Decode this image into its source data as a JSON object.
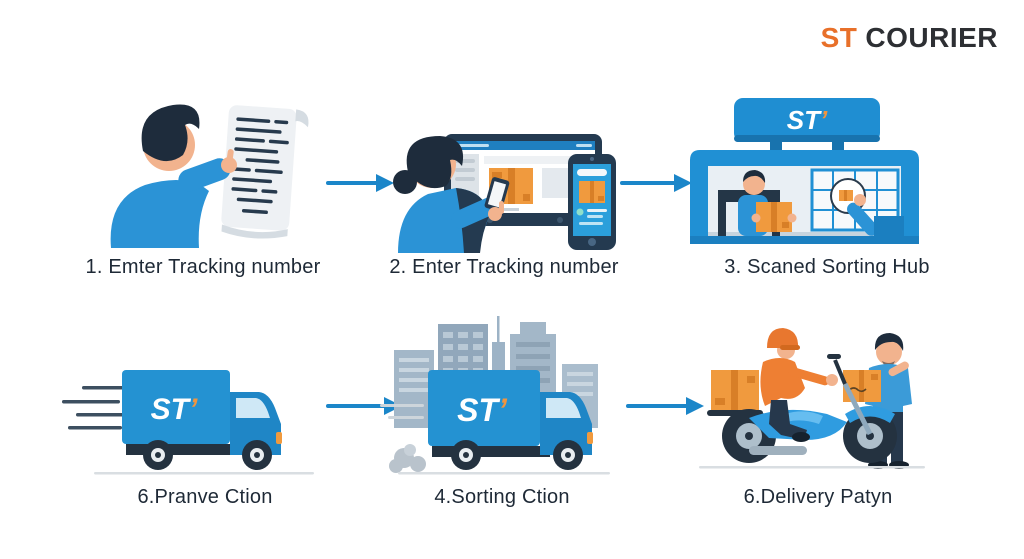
{
  "header": {
    "logo": {
      "st": "ST",
      "courier": "COURIER"
    }
  },
  "brand": {
    "st_mark": {
      "letters": "ST",
      "tick": "’"
    }
  },
  "colors": {
    "brand_orange": "#e8702a",
    "brand_dark": "#2d2f33",
    "arrow_blue": "#1b86c9",
    "illustration_blue": "#2492d2",
    "package_orange": "#f09a3e",
    "caption_text": "#1e2936"
  },
  "steps": [
    {
      "label": "1. Emter Tracking number",
      "illustration": "person-reading-tracking-list"
    },
    {
      "label": "2. Enter Tracking number",
      "illustration": "woman-entering-tracking-on-devices"
    },
    {
      "label": "3. Scaned Sorting Hub",
      "illustration": "st-sorting-hub-scan"
    },
    {
      "label": "6.Pranve Ction",
      "illustration": "st-truck-speeding"
    },
    {
      "label": "4.Sorting Ction",
      "illustration": "st-truck-city"
    },
    {
      "label": "6.Delivery Patyn",
      "illustration": "motorbike-delivery-handoff"
    }
  ]
}
